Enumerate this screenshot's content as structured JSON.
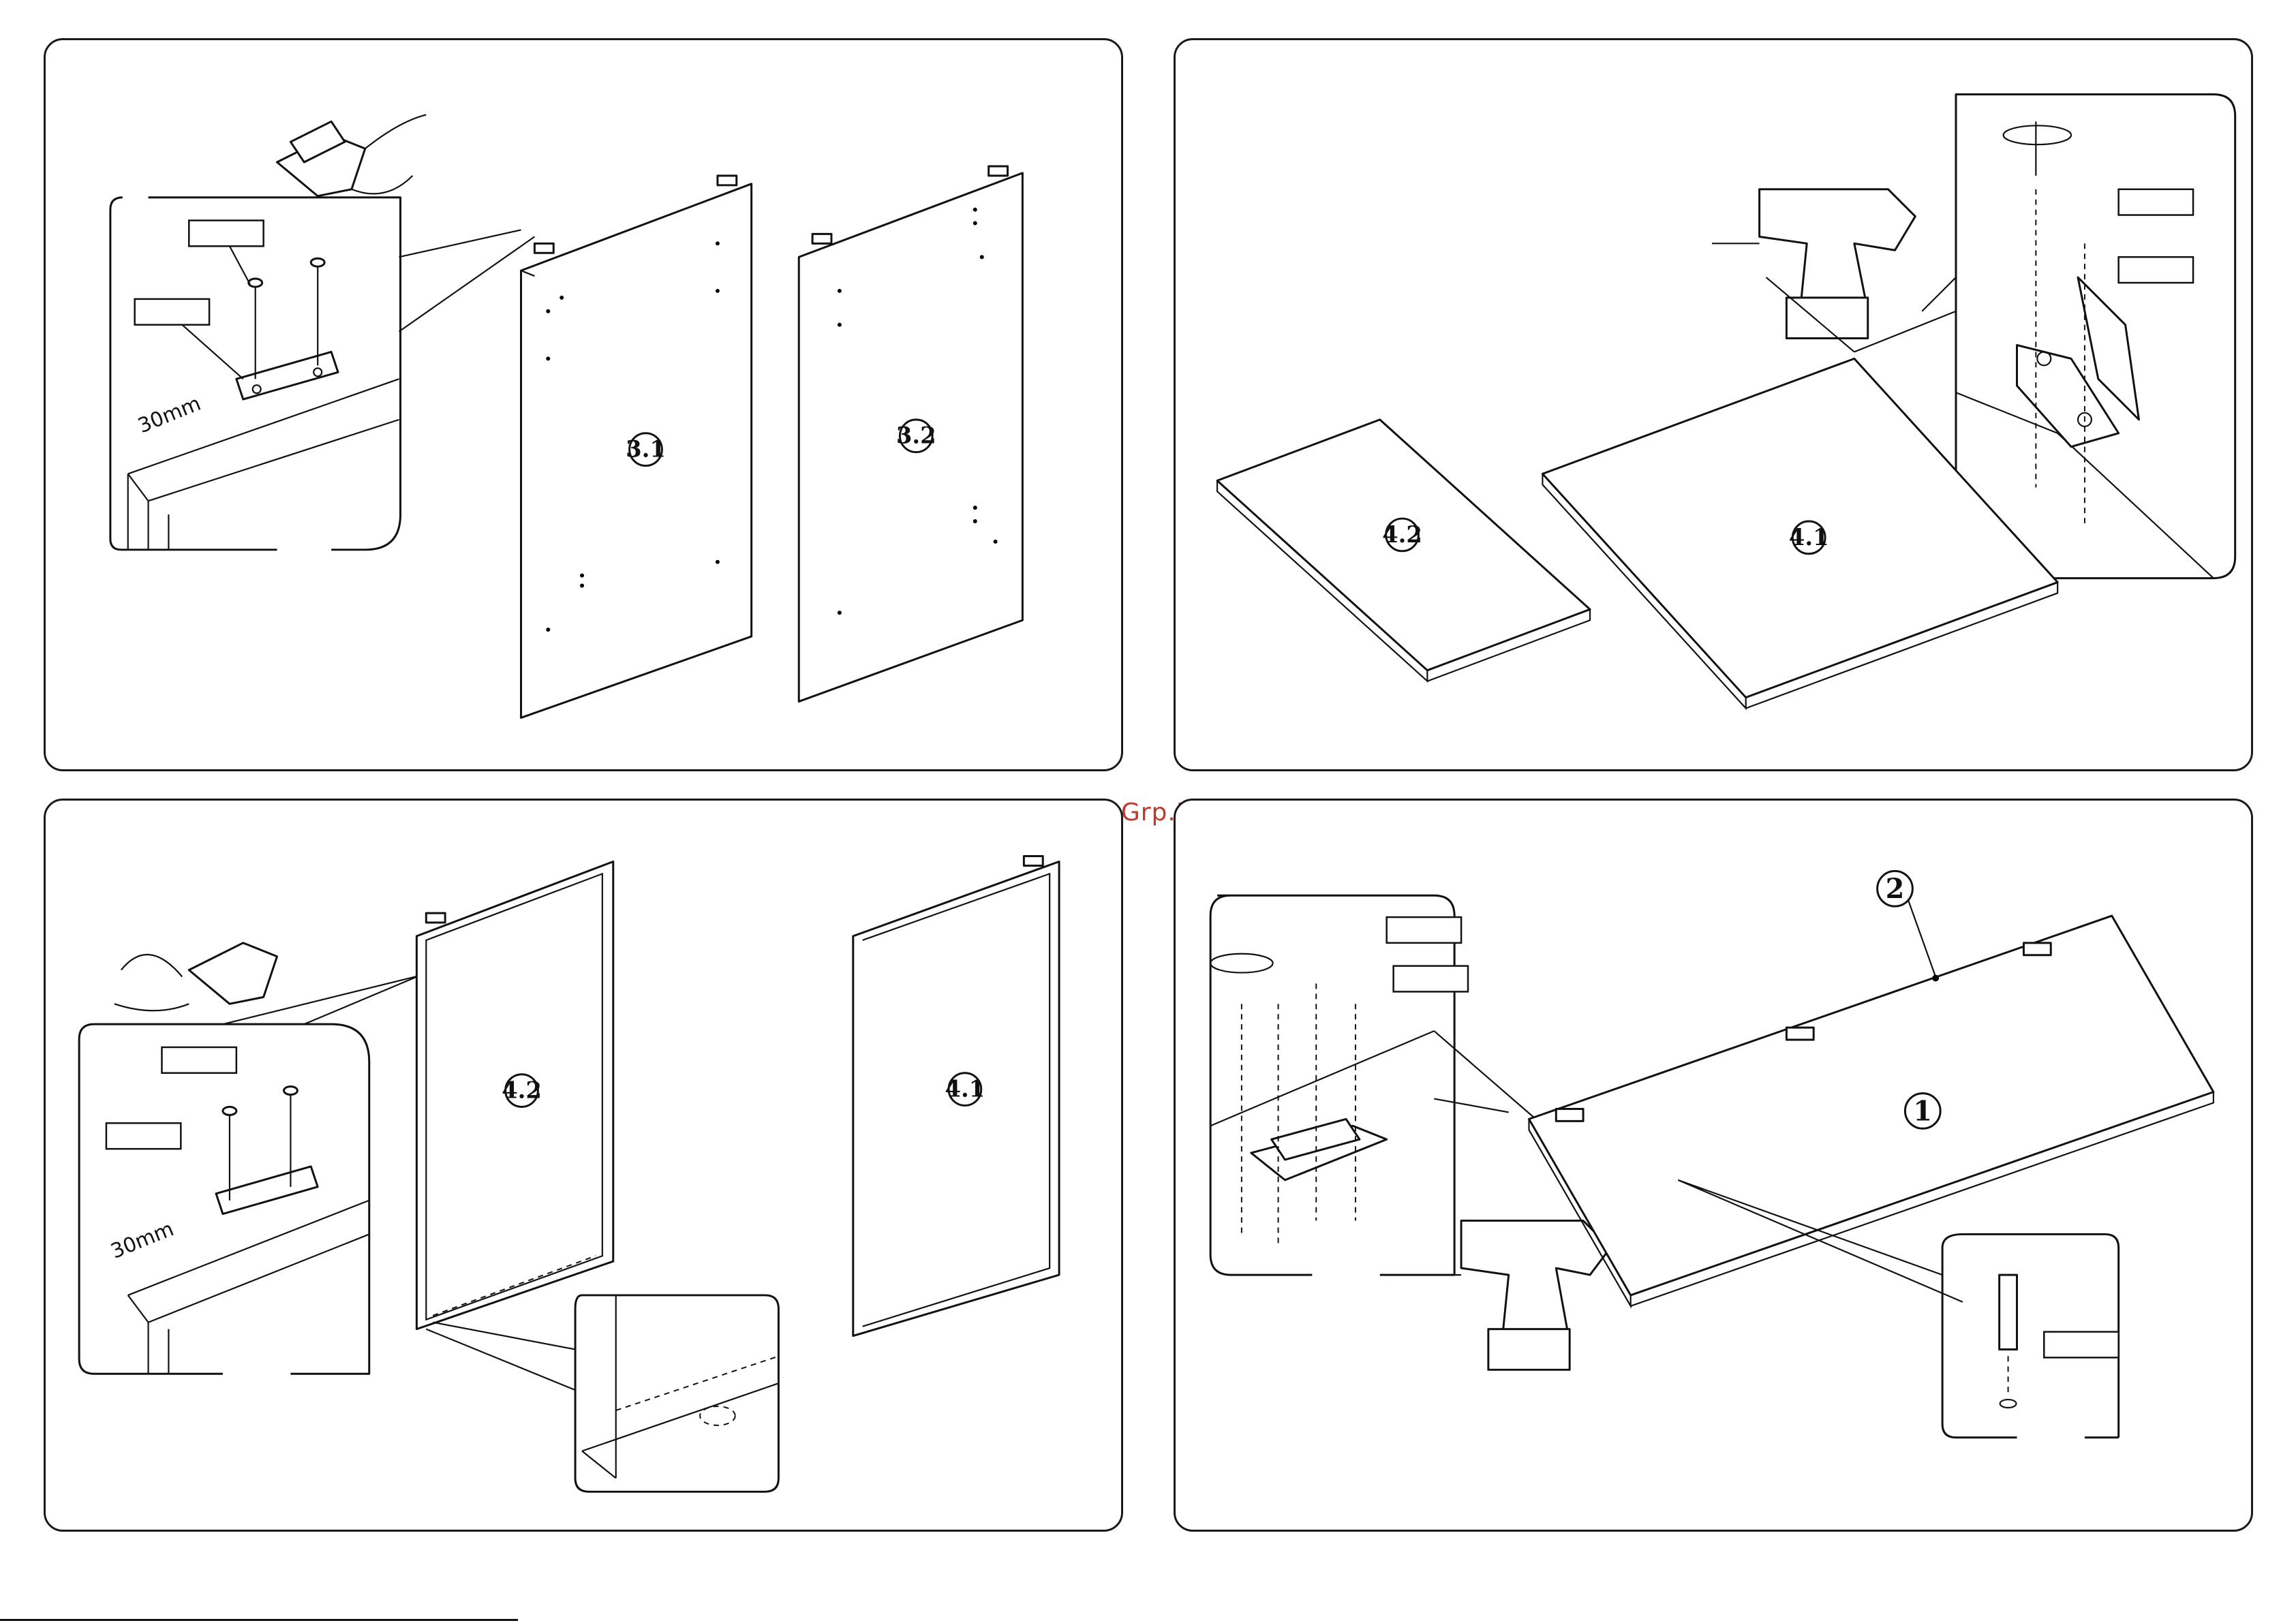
{
  "watermark": "McGrp.Ru",
  "panels": {
    "p1": {
      "labels": [
        "3.1",
        "3.2"
      ],
      "measure": "30mm"
    },
    "p2": {
      "labels": [
        "4.2",
        "4.1"
      ]
    },
    "p3": {
      "labels": [
        "4.2",
        "4.1"
      ],
      "measure": "30mm"
    },
    "p4": {
      "labels": [
        "1",
        "2"
      ]
    }
  }
}
